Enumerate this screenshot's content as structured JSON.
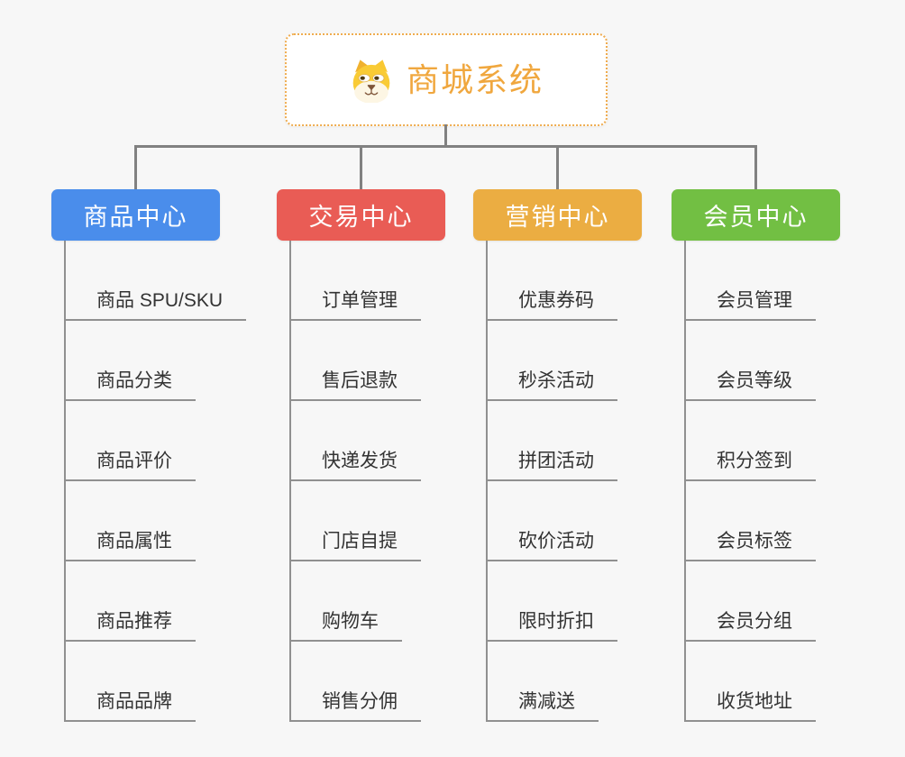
{
  "root": {
    "title": "商城系统",
    "icon": "doge-icon"
  },
  "branches": [
    {
      "label": "商品中心",
      "color": "#4a8deb",
      "items": [
        "商品 SPU/SKU",
        "商品分类",
        "商品评价",
        "商品属性",
        "商品推荐",
        "商品品牌"
      ]
    },
    {
      "label": "交易中心",
      "color": "#e95c55",
      "items": [
        "订单管理",
        "售后退款",
        "快递发货",
        "门店自提",
        "购物车",
        "销售分佣"
      ]
    },
    {
      "label": "营销中心",
      "color": "#ebad42",
      "items": [
        "优惠券码",
        "秒杀活动",
        "拼团活动",
        "砍价活动",
        "限时折扣",
        "满减送"
      ]
    },
    {
      "label": "会员中心",
      "color": "#72bf43",
      "items": [
        "会员管理",
        "会员等级",
        "积分签到",
        "会员标签",
        "会员分组",
        "收货地址"
      ]
    }
  ],
  "colors": {
    "background": "#f7f7f7",
    "connector": "#818181",
    "leaf_line": "#909090",
    "root_accent": "#f0a73e",
    "root_border": "#efac4f"
  }
}
